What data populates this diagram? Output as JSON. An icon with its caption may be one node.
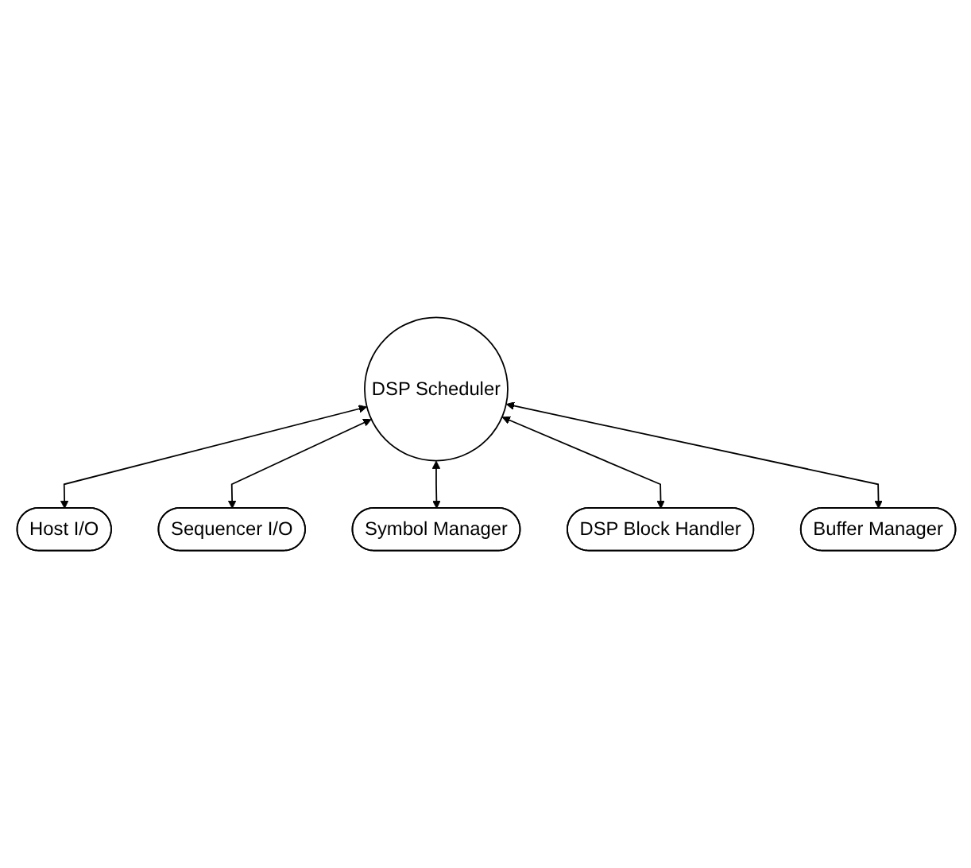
{
  "diagram": {
    "nodes": [
      {
        "text": [
          "Host I/O"
        ]
      },
      {
        "text": [
          "Sequencer I/O"
        ]
      },
      {
        "text": [
          "DSP Scheduler"
        ]
      },
      {
        "text": [
          "Symbol Manager"
        ]
      },
      {
        "text": [
          "DSP Block Handler"
        ]
      },
      {
        "text": [
          "Buffer Manager"
        ]
      }
    ],
    "edges": [
      {
        "from": 2,
        "to": 0,
        "arrow": "both"
      },
      {
        "from": 2,
        "to": 1,
        "arrow": "both"
      },
      {
        "from": 2,
        "to": 3,
        "arrow": "both"
      },
      {
        "from": 2,
        "to": 4,
        "arrow": "both"
      },
      {
        "from": 2,
        "to": 5,
        "arrow": "both"
      }
    ]
  }
}
